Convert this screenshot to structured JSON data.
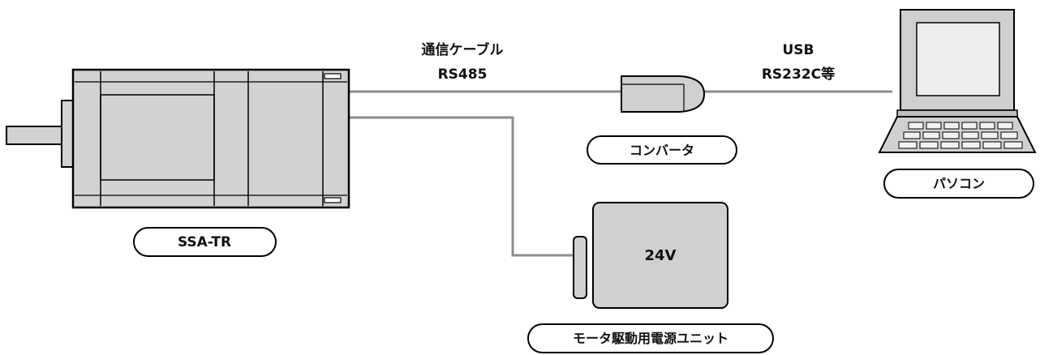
{
  "colors": {
    "outline": "#000000",
    "motor_fill": "#d2d2d2",
    "device_fill": "#d0d0d0",
    "cable": "#8c8c8c",
    "label_bg": "#ffffff",
    "text": "#111111"
  },
  "cables": {
    "comm_label_line1": "通信ケーブル",
    "comm_label_line2": "RS485",
    "pc_label_line1": "USB",
    "pc_label_line2": "RS232C等"
  },
  "labels": {
    "motor": "SSA-TR",
    "converter": "コンバータ",
    "pc": "パソコン",
    "power_supply": "モータ駆動用電源ユニット"
  },
  "devices": {
    "power_voltage": "24V"
  },
  "icons": {
    "motor": "stepper-motor-icon",
    "converter": "converter-icon",
    "pc": "laptop-icon",
    "power_supply": "power-supply-icon"
  }
}
